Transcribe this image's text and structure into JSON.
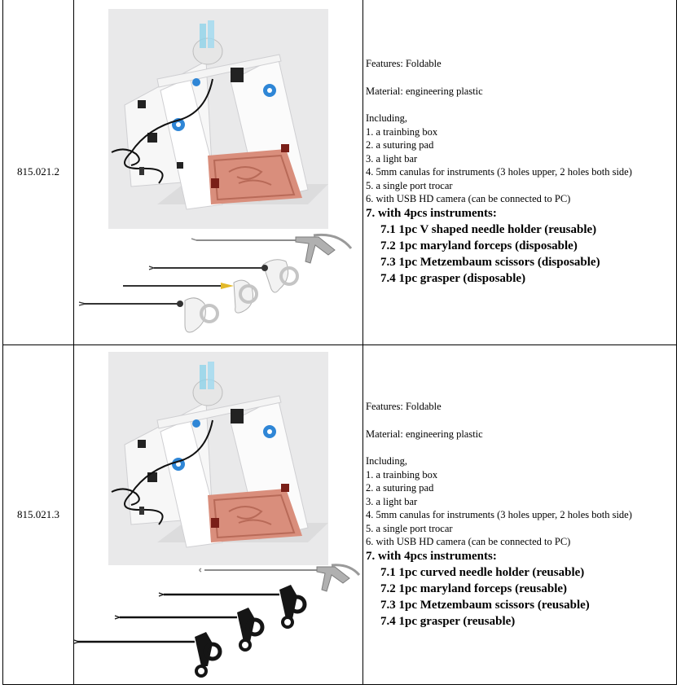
{
  "rows": [
    {
      "code": "815.021.2",
      "features": "Features: Foldable",
      "material": "Material: engineering plastic",
      "including": "Including,",
      "items": [
        "1.  a trainbing box",
        "2.  a suturing pad",
        "3.  a light bar",
        "4.  5mm canulas for instruments (3 holes upper, 2 holes both side)",
        "5.  a single port trocar",
        "6.  with USB HD camera (can be connected to PC)"
      ],
      "instruments_title": "7.  with 4pcs instruments:",
      "instruments": [
        "7.1 1pc V shaped needle holder (reusable)",
        "7.2 1pc maryland forceps (disposable)",
        "7.3 1pc Metzembaum  scissors (disposable)",
        "7.4 1pc grasper (disposable)"
      ]
    },
    {
      "code": "815.021.3",
      "features": "Features: Foldable",
      "material": "Material: engineering plastic",
      "including": "Including,",
      "items": [
        "1.  a trainbing box",
        "2.  a suturing pad",
        "3.  a light bar",
        "4.  5mm canulas for instruments (3 holes upper, 2 holes both side)",
        "5.  a single port trocar",
        "6.  with USB HD camera (can be connected to PC)"
      ],
      "instruments_title": "7. with 4pcs instruments:",
      "instruments": [
        "7.1 1pc curved needle holder (reusable)",
        "7.2 1pc maryland forceps (reusable)",
        "7.3 1pc Metzembaum  scissors (reusable)",
        "7.4 1pc grasper (reusable)"
      ]
    }
  ],
  "colors": {
    "box_white": "#f7f7f7",
    "pad": "#d98e7c",
    "pad_dark": "#b86a58",
    "connector_blue": "#2f86d6",
    "instrument_gray": "#8c8c8c",
    "instrument_black": "#1a1a1a",
    "gold_tip": "#e3b92a"
  }
}
